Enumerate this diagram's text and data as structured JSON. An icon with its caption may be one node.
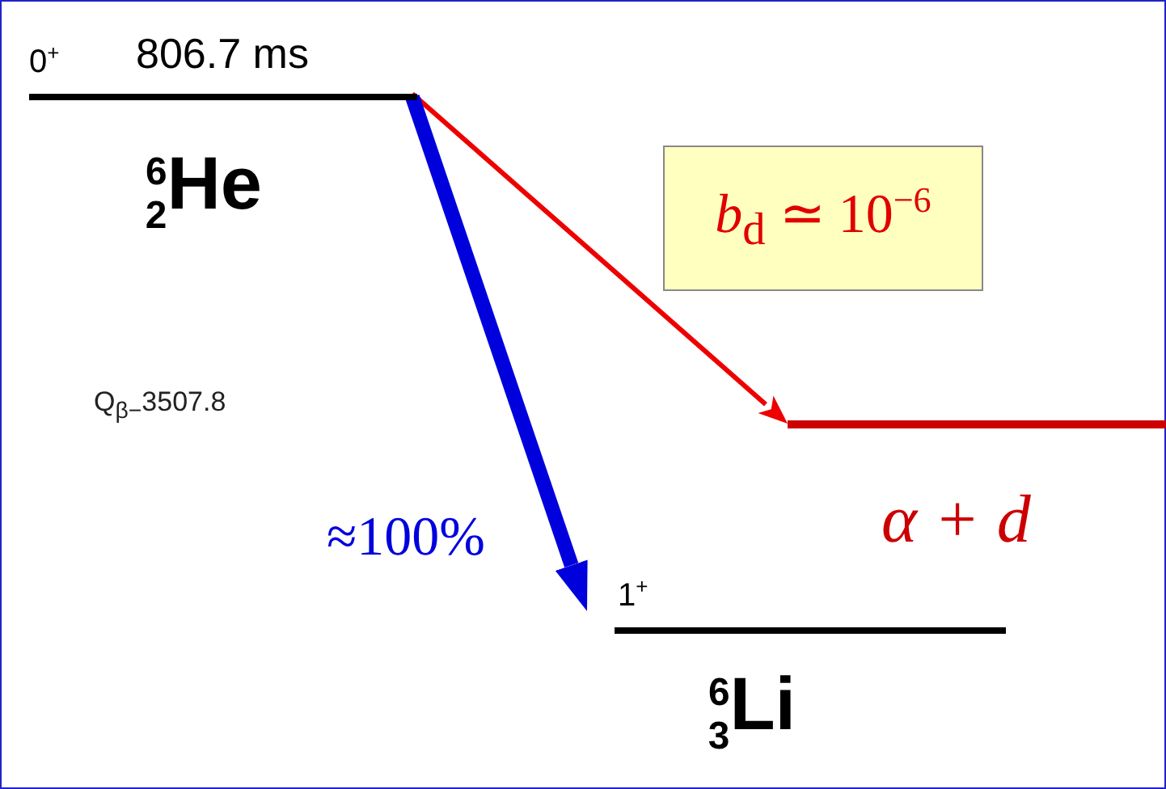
{
  "diagram": {
    "nodes": [
      {
        "text": [
          "0$^{+}$",
          "806.7 ms",
          "$^{6}$$_{2}$He"
        ]
      },
      {
        "text": [
          "α + d"
        ]
      },
      {
        "text": [
          "1$^{+}$",
          "$^{6}$$_{3}$Li"
        ]
      }
    ],
    "edges": [
      {
        "from": 0,
        "to": 1,
        "arrow": "to",
        "label": "*b*$_{d}$ ≃ 10$^{−6}$",
        "color": "#ee0000"
      },
      {
        "from": 0,
        "to": 2,
        "arrow": "to",
        "label": "≈100%",
        "style": "thick",
        "color": "#0000dd"
      }
    ],
    "labels": [
      "Q$_{β−}$3507.8"
    ]
  }
}
